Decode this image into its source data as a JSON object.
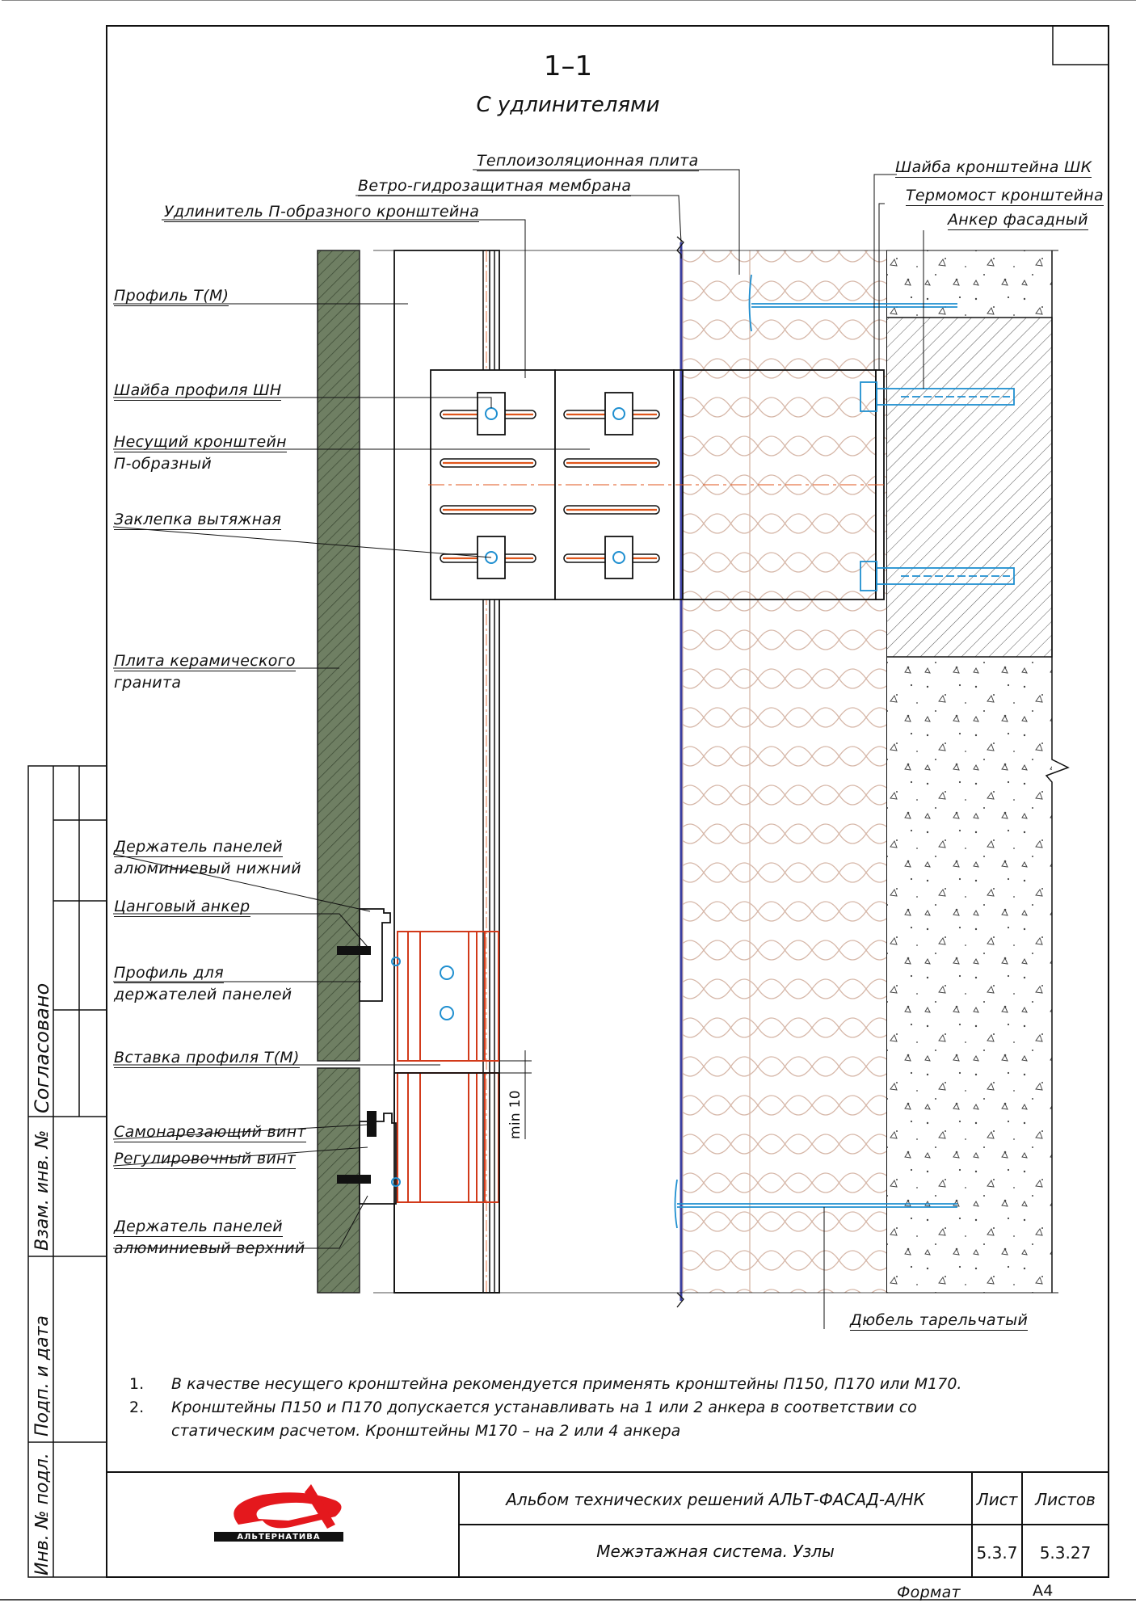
{
  "title": "1–1",
  "subtitle": "С удлинителями",
  "labels": {
    "teploizol": "Теплоизоляционная плита",
    "membrana": "Ветро-гидрозащитная мембрана",
    "udlinitel": "Удлинитель П-образного кронштейна",
    "profil_t": "Профиль Т(М)",
    "shaiba_sh": "Шайба профиля ШН",
    "nesush_1": "Несущий кронштейн",
    "nesush_2": "П-образный",
    "zaklepka": "Заклепка вытяжная",
    "plita_1": "Плита керамического",
    "plita_2": "гранита",
    "derzh_niz_1": "Держатель панелей",
    "derzh_niz_2": "алюминиевый нижний",
    "tsang": "Цанговый анкер",
    "profil_dl_1": "Профиль для",
    "profil_dl_2": "держателей панелей",
    "vstavka": "Вставка профиля Т(М)",
    "samonar": "Самонарезающий винт",
    "regul": "Регулировочный винт",
    "derzh_ver_1": "Держатель панелей",
    "derzh_ver_2": "алюминиевый верхний",
    "shaiba_shk": "Шайба кронштейна ШК",
    "termomost": "Термомост кронштейна",
    "anker": "Анкер фасадный",
    "dubel": "Дюбель тарельчатый",
    "min10": "min 10"
  },
  "notes": [
    {
      "num": "1.",
      "text": "В качестве несущего кронштейна рекомендуется применять кронштейны П150, П170 или М170."
    },
    {
      "num": "2.",
      "text": "Кронштейны П150 и П170 допускается устанавливать на 1 или 2 анкера в соответствии со"
    },
    {
      "num": "",
      "text": "статическим расчетом. Кронштейны М170 – на 2 или 4 анкера"
    }
  ],
  "side_stamp": {
    "soglasovano": "Согласовано",
    "vzam": "Взам. инв. №",
    "podp": "Подп. и дата",
    "inv": "Инв. № подл."
  },
  "title_block": {
    "album": "Альбом технических решений АЛЬТ-ФАСАД-А/НК",
    "sheet_name": "Межэтажная система. Узлы",
    "list_label": "Лист",
    "listov_label": "Листов",
    "list_value": "5.3.7",
    "listov_value": "5.3.27",
    "logo_text": "АЛЬТЕРНАТИВА"
  },
  "format_label": "Формат",
  "format_value": "А4",
  "colors": {
    "granite": "#6f7f63",
    "wool_line": "#d6b7a8",
    "membrane": "#3b3fa0",
    "orange": "#e0561c",
    "rail_red": "#d23a1a",
    "blue_fix": "#1f8fd0",
    "logo_red": "#e4181d"
  }
}
